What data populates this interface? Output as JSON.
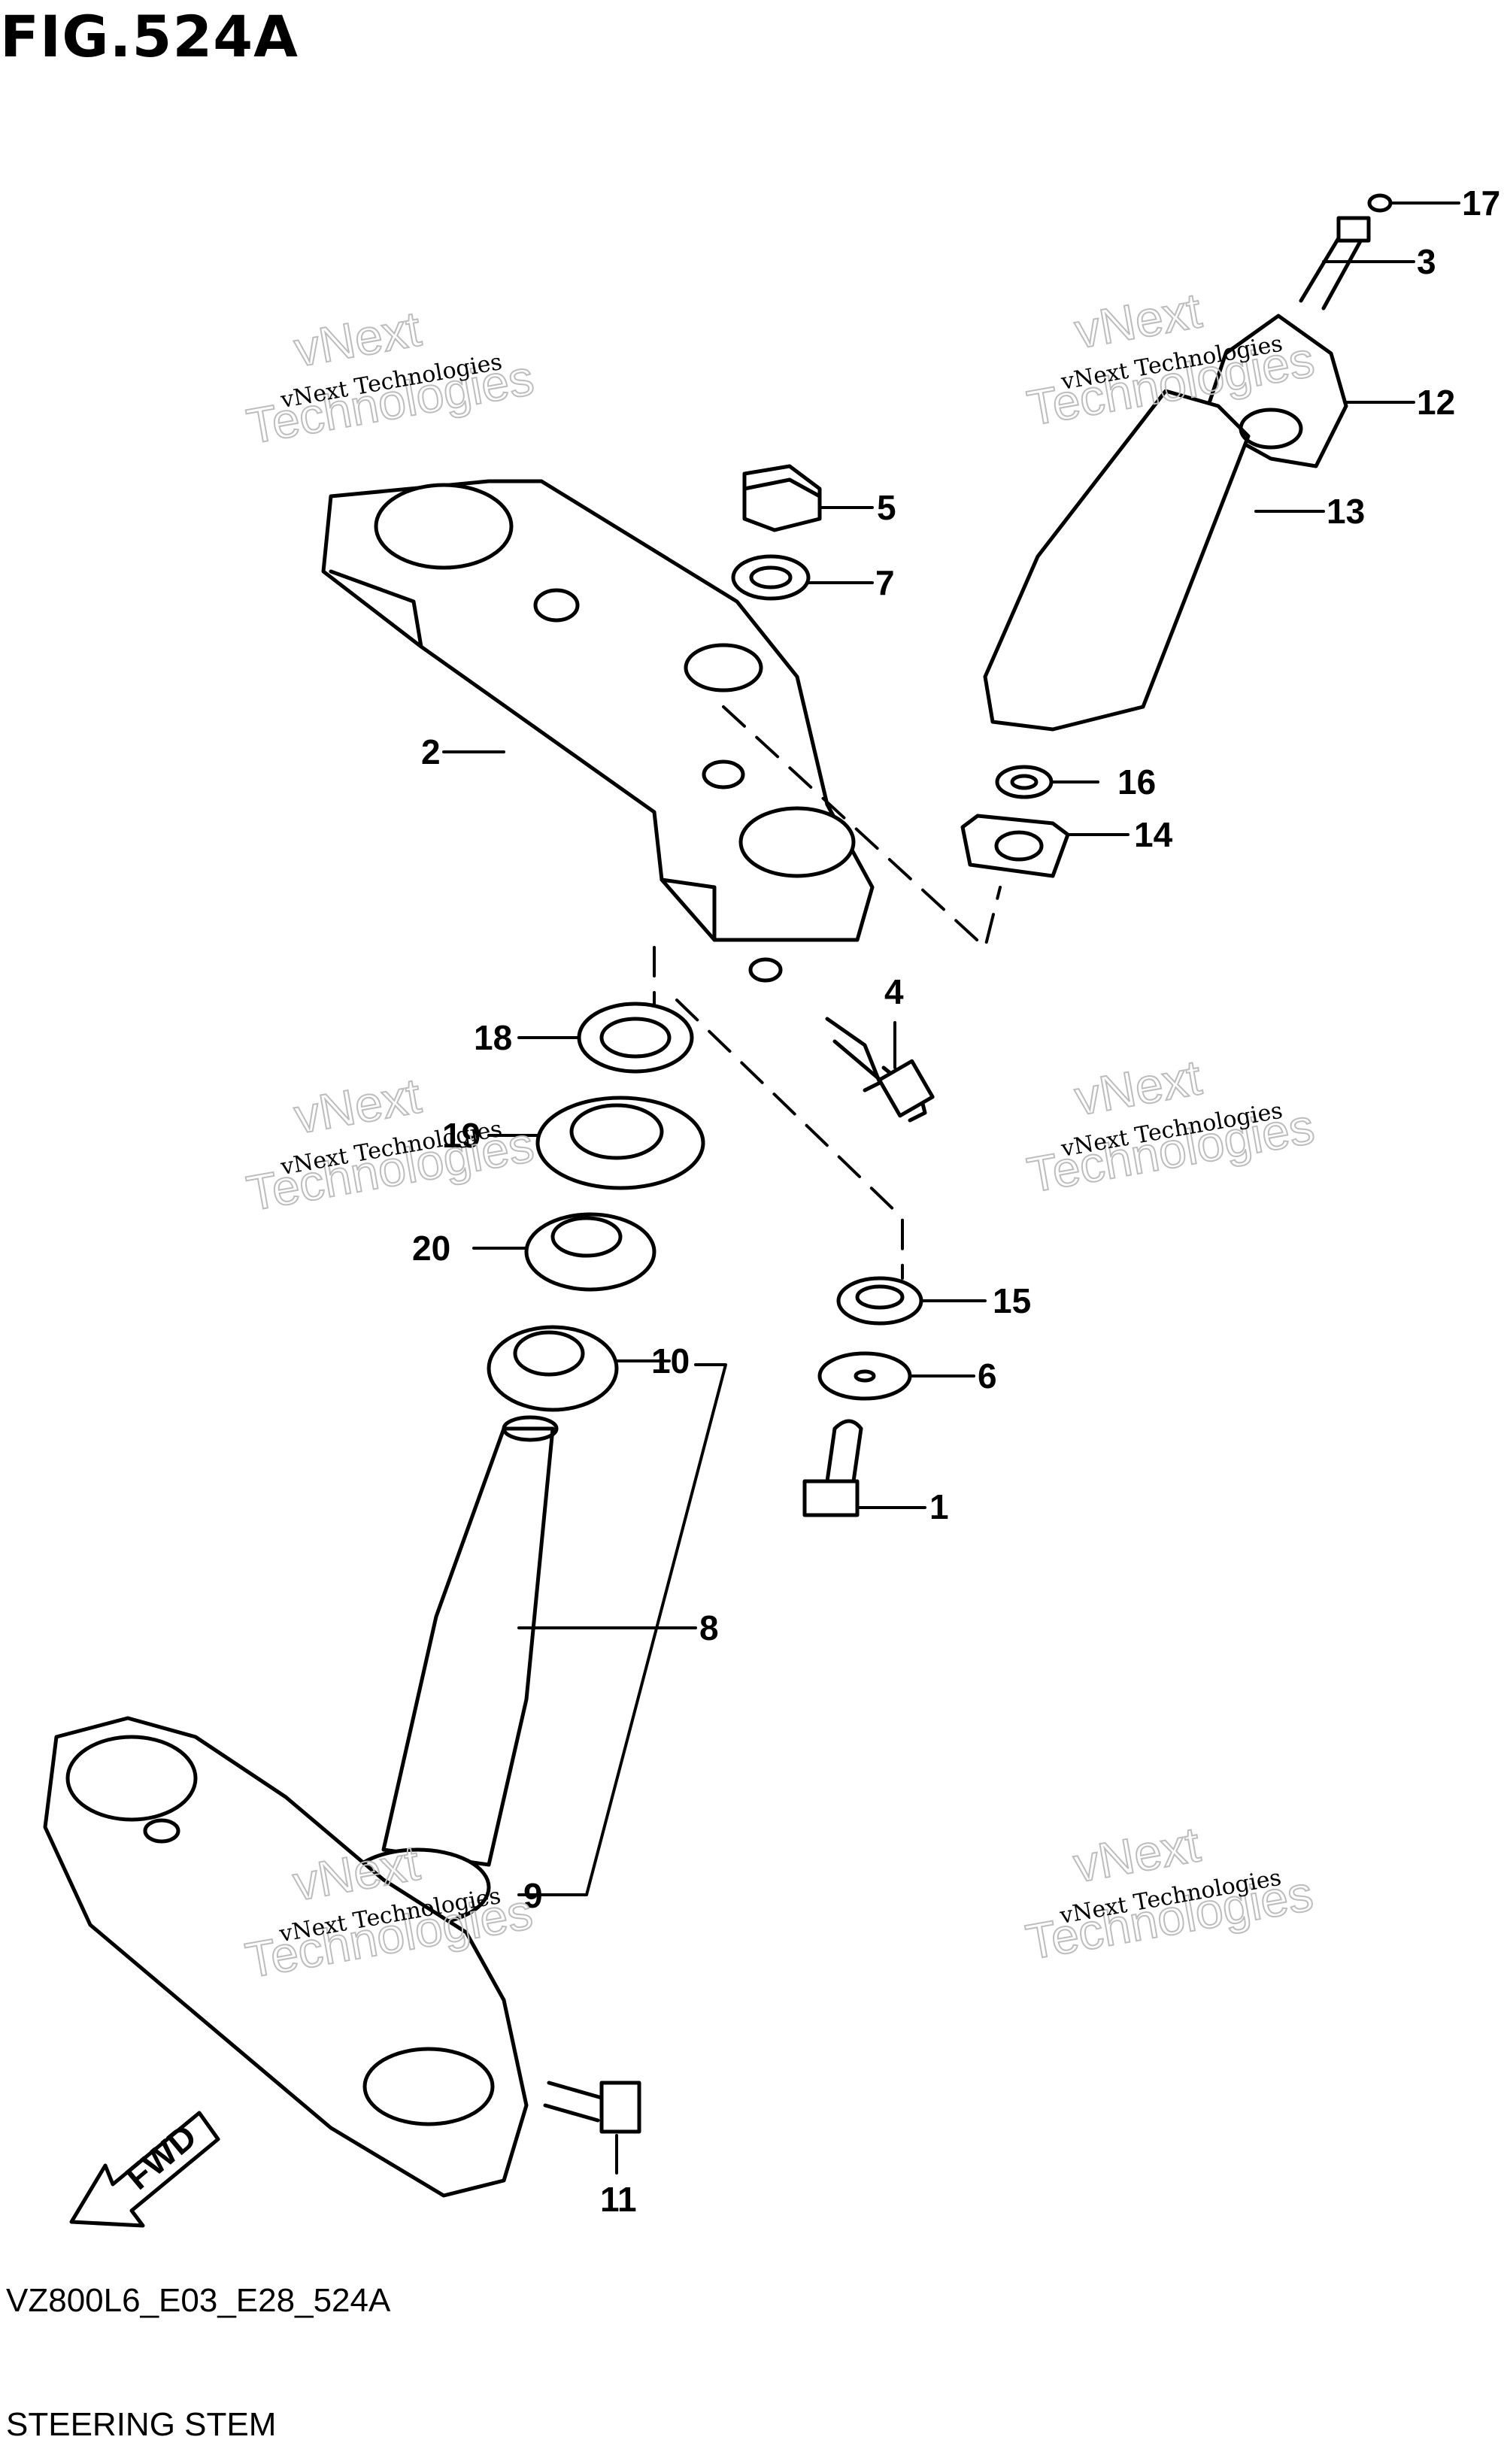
{
  "figure": {
    "title": "FIG.524A",
    "code": "VZ800L6_E03_E28_524A",
    "caption": "STEERING STEM"
  },
  "fwd_label": "FWD",
  "watermark": {
    "line1": "vNext Technologies",
    "line2": "vNext",
    "line3": "Technologies"
  },
  "callouts": [
    {
      "id": "1",
      "text": "1"
    },
    {
      "id": "2",
      "text": "2"
    },
    {
      "id": "3",
      "text": "3"
    },
    {
      "id": "4",
      "text": "4"
    },
    {
      "id": "5",
      "text": "5"
    },
    {
      "id": "6",
      "text": "6"
    },
    {
      "id": "7",
      "text": "7"
    },
    {
      "id": "8",
      "text": "8"
    },
    {
      "id": "9",
      "text": "9"
    },
    {
      "id": "10",
      "text": "10"
    },
    {
      "id": "11",
      "text": "11"
    },
    {
      "id": "12",
      "text": "12"
    },
    {
      "id": "13",
      "text": "13"
    },
    {
      "id": "14",
      "text": "14"
    },
    {
      "id": "15",
      "text": "15"
    },
    {
      "id": "16",
      "text": "16"
    },
    {
      "id": "17",
      "text": "17"
    },
    {
      "id": "18",
      "text": "18"
    },
    {
      "id": "19",
      "text": "19"
    },
    {
      "id": "20",
      "text": "20"
    }
  ]
}
